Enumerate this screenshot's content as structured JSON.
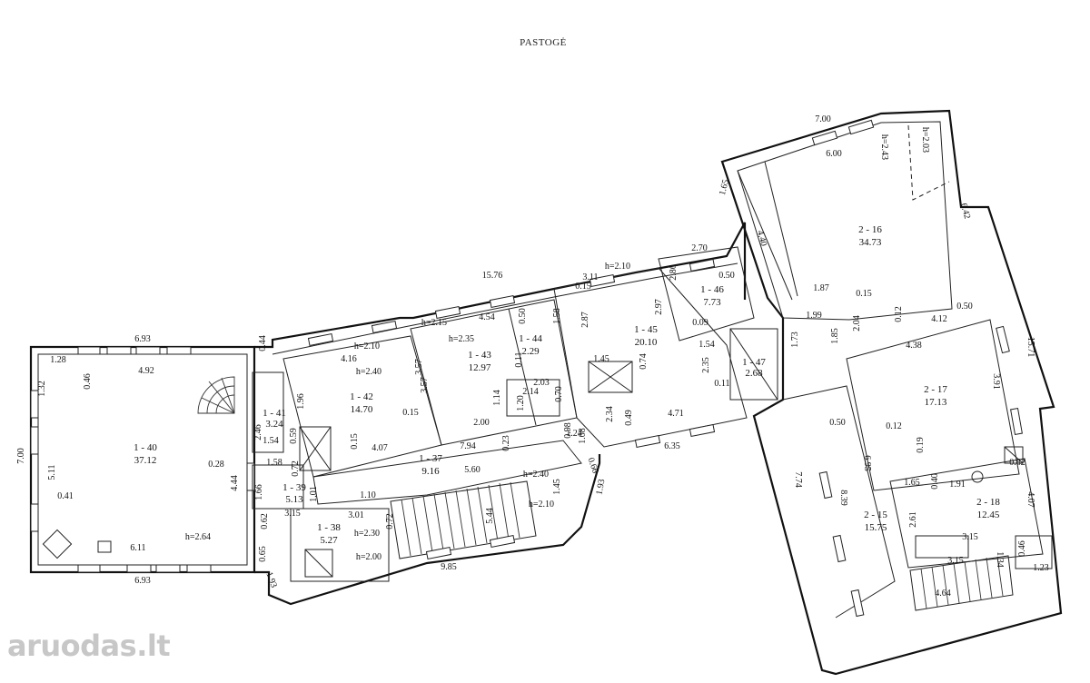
{
  "title": "PASTOGĖ",
  "watermark": "aruodas.lt",
  "rooms": [
    {
      "id": "1 - 40",
      "area": "37.12"
    },
    {
      "id": "1 - 41",
      "area": "3.24"
    },
    {
      "id": "1 - 42",
      "area": "14.70"
    },
    {
      "id": "1 - 43",
      "area": "12.97"
    },
    {
      "id": "1 - 44",
      "area": "2.29"
    },
    {
      "id": "1 - 45",
      "area": "20.10"
    },
    {
      "id": "1 - 46",
      "area": "7.73"
    },
    {
      "id": "1 - 47",
      "area": "2.68"
    },
    {
      "id": "1 - 37",
      "area": "9.16"
    },
    {
      "id": "1 - 38",
      "area": "5.27"
    },
    {
      "id": "1 - 39",
      "area": "5.13"
    },
    {
      "id": "2 - 16",
      "area": "34.73"
    },
    {
      "id": "2 - 17",
      "area": "17.13"
    },
    {
      "id": "2 - 18",
      "area": "12.45"
    },
    {
      "id": "2 - 15",
      "area": "15.75"
    }
  ],
  "dimensions": [
    "6.93",
    "1.28",
    "0.46",
    "4.92",
    "7.00",
    "5.11",
    "0.41",
    "1.32",
    "6.11",
    "6.93",
    "h=2.64",
    "0.28",
    "4.44",
    "0.44",
    "0.62",
    "0.65",
    "1.93",
    "4.16",
    "h=2.10",
    "h=2.40",
    "3.57",
    "1.96",
    "0.15",
    "0.15",
    "4.07",
    "7.94",
    "15.76",
    "h=2.15",
    "4.54",
    "h=2.35",
    "0.50",
    "1.58",
    "3.57",
    "2.00",
    "1.14",
    "0.11",
    "2.14",
    "2.03",
    "0.70",
    "1.20",
    "0.23",
    "5.60",
    "1.24",
    "0.15",
    "3.11",
    "h=2.10",
    "2.87",
    "2.97",
    "2.70",
    "2.86",
    "0.50",
    "0.09",
    "1.45",
    "0.74",
    "2.34",
    "0.49",
    "4.71",
    "6.35",
    "1.54",
    "2.35",
    "0.11",
    "1.08",
    "0.66",
    "1.93",
    "7.00",
    "6.00",
    "h=2.03",
    "h=2.43",
    "1.65",
    "4.40",
    "6.42",
    "1.87",
    "0.15",
    "0.50",
    "1.99",
    "1.85",
    "0.12",
    "2.04",
    "4.12",
    "4.38",
    "1.73",
    "15.71",
    "3.91",
    "0.12",
    "0.19",
    "0.50",
    "6.95",
    "7.74",
    "8.39",
    "2.61",
    "1.91",
    "0.40",
    "1.65",
    "0.82",
    "4.07",
    "3.15",
    "3.15",
    "1.34",
    "0.46",
    "1.23",
    "4.64",
    "2.46",
    "0.59",
    "1.54",
    "1.58",
    "1.66",
    "0.72",
    "3.15",
    "1.01",
    "1.10",
    "h=2.40",
    "1.45",
    "h=2.10",
    "5.44",
    "3.01",
    "h=2.30",
    "h=2.00",
    "0.72",
    "9.85",
    "0.98"
  ]
}
